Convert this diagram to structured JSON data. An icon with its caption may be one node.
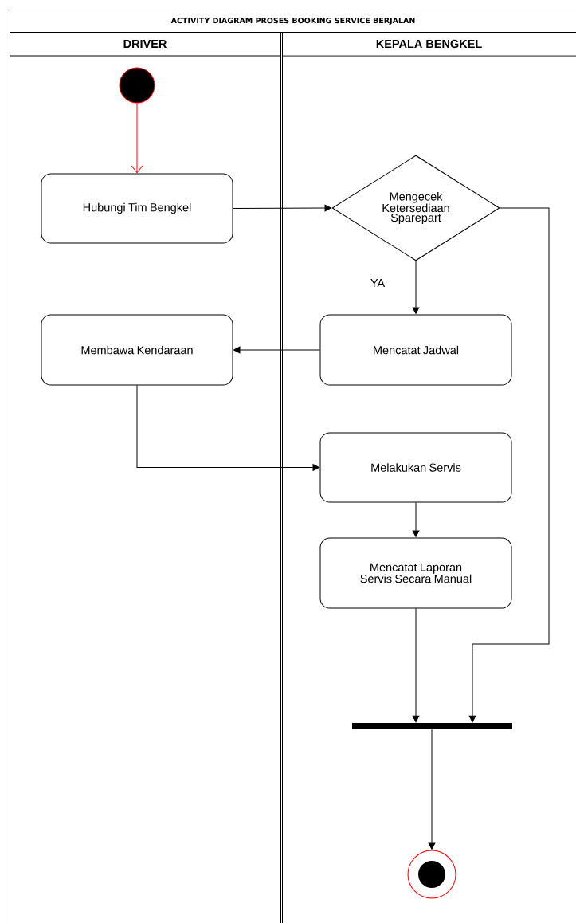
{
  "diagram": {
    "title": "ACTIVITY DIAGRAM PROSES BOOKING SERVICE BERJALAN",
    "nodes": [
      {
        "text": [
          "DRIVER"
        ]
      },
      {
        "text": [
          "KEPALA BENGKEL"
        ]
      },
      {
        "text": [],
        "shape": "circle",
        "in": 0
      },
      {
        "text": [
          "Hubungi Tim Bengkel"
        ],
        "in": 0
      },
      {
        "text": [
          "Mengecek Ketersediaan Sparepart"
        ],
        "in": 1
      },
      {
        "text": [
          "Mencatat Jadwal"
        ],
        "in": 1
      },
      {
        "text": [
          "Membawa Kendaraan"
        ],
        "in": 0
      },
      {
        "text": [
          "Melakukan Servis"
        ],
        "in": 1
      },
      {
        "text": [
          "Mencatat Laporan Servis Secara Manual"
        ],
        "in": 1
      },
      {
        "text": [],
        "shape": "bar",
        "in": 1
      },
      {
        "text": [],
        "shape": "circle",
        "in": 1
      }
    ],
    "edges": [
      {
        "from": 2,
        "to": 3,
        "arrow": "to",
        "color": "#ff0000"
      },
      {
        "from": 3,
        "to": 4,
        "arrow": "to"
      },
      {
        "from": 4,
        "to": 5,
        "arrow": "to",
        "label": "YA"
      },
      {
        "from": 5,
        "to": 6,
        "arrow": "to"
      },
      {
        "from": 6,
        "to": 7,
        "arrow": "to"
      },
      {
        "from": 7,
        "to": 8,
        "arrow": "to"
      },
      {
        "from": 8,
        "to": 9,
        "arrow": "to"
      },
      {
        "from": 4,
        "to": 9,
        "arrow": "to"
      },
      {
        "from": 9,
        "to": 10,
        "arrow": "to"
      }
    ]
  }
}
